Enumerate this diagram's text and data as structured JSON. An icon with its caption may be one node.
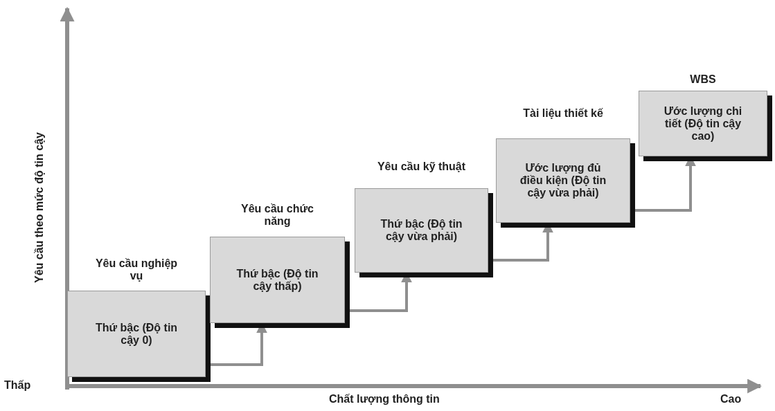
{
  "diagram": {
    "nodes": [
      {
        "text": [
          "Yêu cầu nghiệp vụ",
          "Thứ bậc (Độ tin cậy 0)"
        ]
      },
      {
        "text": [
          "Yêu cầu chức năng",
          "Thứ bậc (Độ tin cậy thấp)"
        ]
      },
      {
        "text": [
          "Yêu cầu kỹ thuật",
          "Thứ bậc (Độ tin cậy vừa phải)"
        ]
      },
      {
        "text": [
          "Tài liệu thiết kế",
          "Ước lượng đủ điều kiện (Độ tin cậy vừa phải)"
        ]
      },
      {
        "text": [
          "WBS",
          "Ước lượng chi tiết (Độ tin cậy cao)"
        ]
      }
    ],
    "edges": [
      {
        "from": 0,
        "to": 1,
        "arrow": "to"
      },
      {
        "from": 1,
        "to": 2,
        "arrow": "to"
      },
      {
        "from": 2,
        "to": 3,
        "arrow": "to"
      },
      {
        "from": 3,
        "to": 4,
        "arrow": "to"
      }
    ],
    "labels": [
      "Yêu cầu theo mức độ tin cậy",
      "Thấp",
      "Chất lượng thông tin",
      "Cao"
    ]
  }
}
